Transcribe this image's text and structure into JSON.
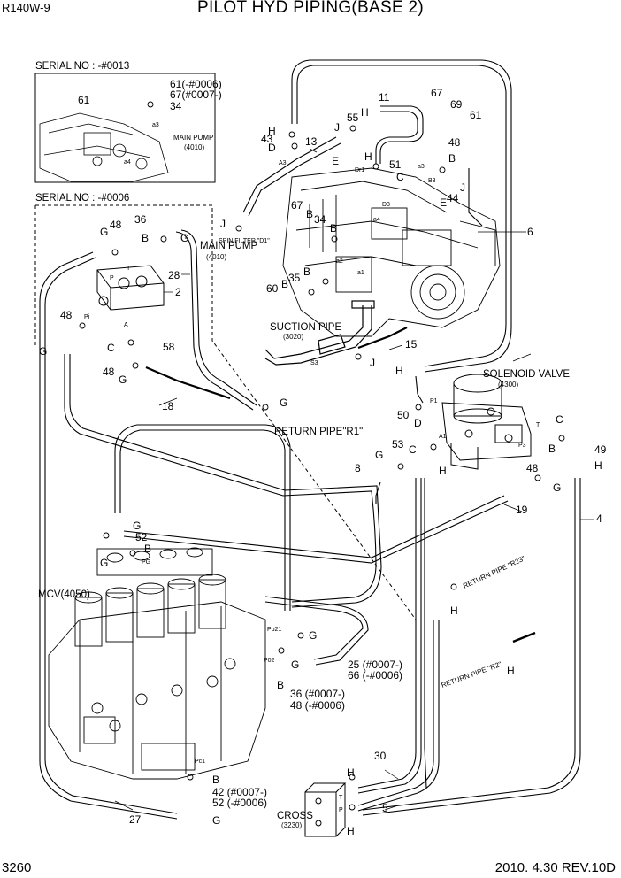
{
  "header": {
    "model": "R140W-9",
    "title": "PILOT HYD PIPING(BASE 2)",
    "page_number": "3260",
    "revision": "2010. 4.30  REV.10D"
  },
  "captions": {
    "serial_top": "SERIAL NO : -#0013",
    "serial_mid": "SERIAL NO : -#0006",
    "main_pump_inset": "MAIN PUMP",
    "main_pump_inset_code": "(4010)",
    "main_pump": "MAIN PUMP",
    "main_pump_code": "(4010)",
    "spin_filter": "SPIN FILTER \"D1\"",
    "suction_pipe": "SUCTION PIPE",
    "suction_pipe_code": "(3020)",
    "solenoid_valve": "SOLENOID VALVE",
    "solenoid_valve_code": "(4300)",
    "return_r1": "RETURN PIPE\"R1\"",
    "return_r23": "RETURN PIPE \"R23\"",
    "return_r2": "RETURN PIPE \"R2\"",
    "mcv": "MCV(4050)",
    "cross": "CROSS",
    "cross_code": "(3230)"
  },
  "callouts": {
    "c61_0006": "61(-#0006)",
    "c67_0007": "67(#0007-)",
    "c34a": "34",
    "c61a": "61",
    "c11": "11",
    "c55": "55",
    "cH1": "H",
    "cJ1": "J",
    "cH2": "H",
    "c43": "43",
    "cD1": "D",
    "c13": "13",
    "cE1": "E",
    "cH3": "H",
    "c51": "51",
    "cC1": "C",
    "c67a": "67",
    "c69": "69",
    "c61b": "61",
    "c48a": "48",
    "cB1": "B",
    "cJ2": "J",
    "c44": "44",
    "cE2": "E",
    "c67b": "67",
    "cB2": "B",
    "c34b": "34",
    "cJ3": "J",
    "cB3": "B",
    "c6": "6",
    "c35": "35",
    "cB4": "B",
    "cB5": "B",
    "c60": "60",
    "c15": "15",
    "cJ4": "J",
    "c48b": "48",
    "c36a": "36",
    "cG1": "G",
    "cB6": "B",
    "cG2": "G",
    "c28": "28",
    "c2": "2",
    "c48c": "48",
    "cG3": "G",
    "cC2": "C",
    "c58": "58",
    "c48d": "48",
    "cG4": "G",
    "c18": "18",
    "cG5": "G",
    "cH4": "H",
    "c50": "50",
    "cD2": "D",
    "cC3": "C",
    "c53": "53",
    "c49": "49",
    "cH5": "H",
    "cB7": "B",
    "c48e": "48",
    "cG6": "G",
    "c8": "8",
    "cG7": "G",
    "cC4": "C",
    "cH6": "H",
    "c19": "19",
    "c4": "4",
    "cG8": "G",
    "c52a": "52",
    "cB8": "B",
    "cG9": "G",
    "cH7": "H",
    "cG10": "G",
    "cG11": "G",
    "c25": "25 (#0007-)",
    "c66": "66 (-#0006)",
    "cB9": "B",
    "c36b": "36 (#0007-)",
    "c48f": "48 (-#0006)",
    "cH8": "H",
    "cB10": "B",
    "c42": "42 (#0007-)",
    "c52b": "52 (-#0006)",
    "cG12": "G",
    "c27": "27",
    "c30": "30",
    "cH9": "H",
    "cH10": "H",
    "c5": "5"
  },
  "ports": {
    "a3a": "a3",
    "a4": "a4",
    "a3b": "a3",
    "a2": "a2",
    "a1": "a1",
    "a4b": "a4",
    "dr1": "Dr1",
    "d3": "D3",
    "b3": "B3",
    "s3": "S3",
    "a3": "A3",
    "p1": "P1",
    "a1v": "A1",
    "p3": "P3",
    "t1": "T",
    "pi": "Pi",
    "pP": "P",
    "tT": "T",
    "aA": "A",
    "pg": "PG",
    "pb21": "Pb21",
    "pc1": "Pc1",
    "p02": "P02",
    "crossT": "T",
    "crossP": "P"
  }
}
